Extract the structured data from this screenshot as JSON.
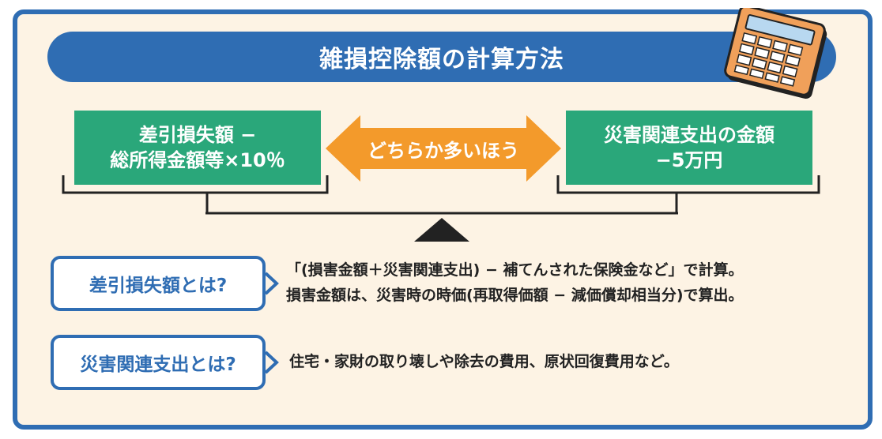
{
  "title": "雑損控除額の計算方法",
  "left_box": {
    "line1": "差引損失額 −",
    "line2": "総所得金額等×10％"
  },
  "arrow_label": "どちらか多いほう",
  "right_box": {
    "line1": "災害関連支出の金額",
    "line2": "−5万円"
  },
  "questions": [
    {
      "label": "差引損失額とは?",
      "lines": [
        "「(損害金額＋災害関連支出) − 補てんされた保険金など」で計算。",
        "損害金額は、災害時の時価(再取得価額 − 減価償却相当分)で算出。"
      ]
    },
    {
      "label": "災害関連支出とは?",
      "lines": [
        "住宅・家財の取り壊しや除去の費用、原状回復費用など。"
      ]
    }
  ],
  "colors": {
    "frame_blue": "#2f6db3",
    "background": "#fdf3e4",
    "box_green": "#2aa77a",
    "arrow_orange": "#f39a2b",
    "calculator": "#f0a05a"
  },
  "icons": [
    "calculator-icon",
    "scale-fulcrum-icon",
    "chevron-right-icon"
  ]
}
